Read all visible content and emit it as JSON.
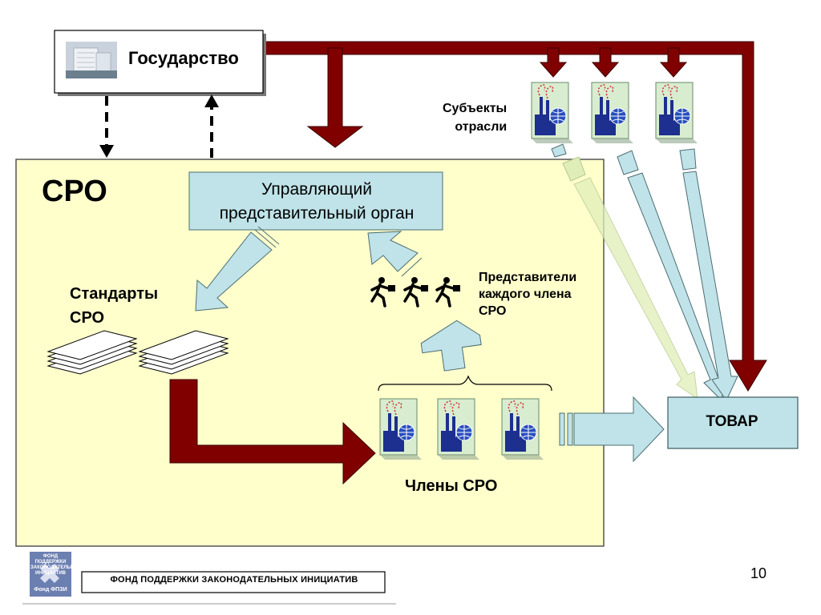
{
  "government": {
    "label": "Государство"
  },
  "sro": {
    "title": "СРО"
  },
  "governing_body": {
    "label_line1": "Управляющий",
    "label_line2": "представительный орган"
  },
  "industry_subjects": {
    "label_line1": "Субъекты",
    "label_line2": "отрасли"
  },
  "standards": {
    "label_line1": "Стандарты",
    "label_line2": "СРО"
  },
  "representatives": {
    "label_line1": "Представители",
    "label_line2": "каждого члена",
    "label_line3": "СРО"
  },
  "members": {
    "label": "Члены СРО"
  },
  "goods": {
    "label": "ТОВАР"
  },
  "footer": {
    "fund_name": "ФОНД ПОДДЕРЖКИ ЗАКОНОДАТЕЛЬНЫХ ИНИЦИАТИВ",
    "logo_top": "ФОНД ПОДДЕРЖКИ ЗАКОНОДАТЕЛЬНЫХ ИНИЦИАТИВ",
    "logo_bottom": "Фонд ФПЗИ",
    "page_number": "10"
  },
  "colors": {
    "sro_area": "#FFFFCC",
    "flow_arrow": "#800000",
    "light_arrow": "#BFE3E8",
    "org_box": "#BFE3E8"
  }
}
